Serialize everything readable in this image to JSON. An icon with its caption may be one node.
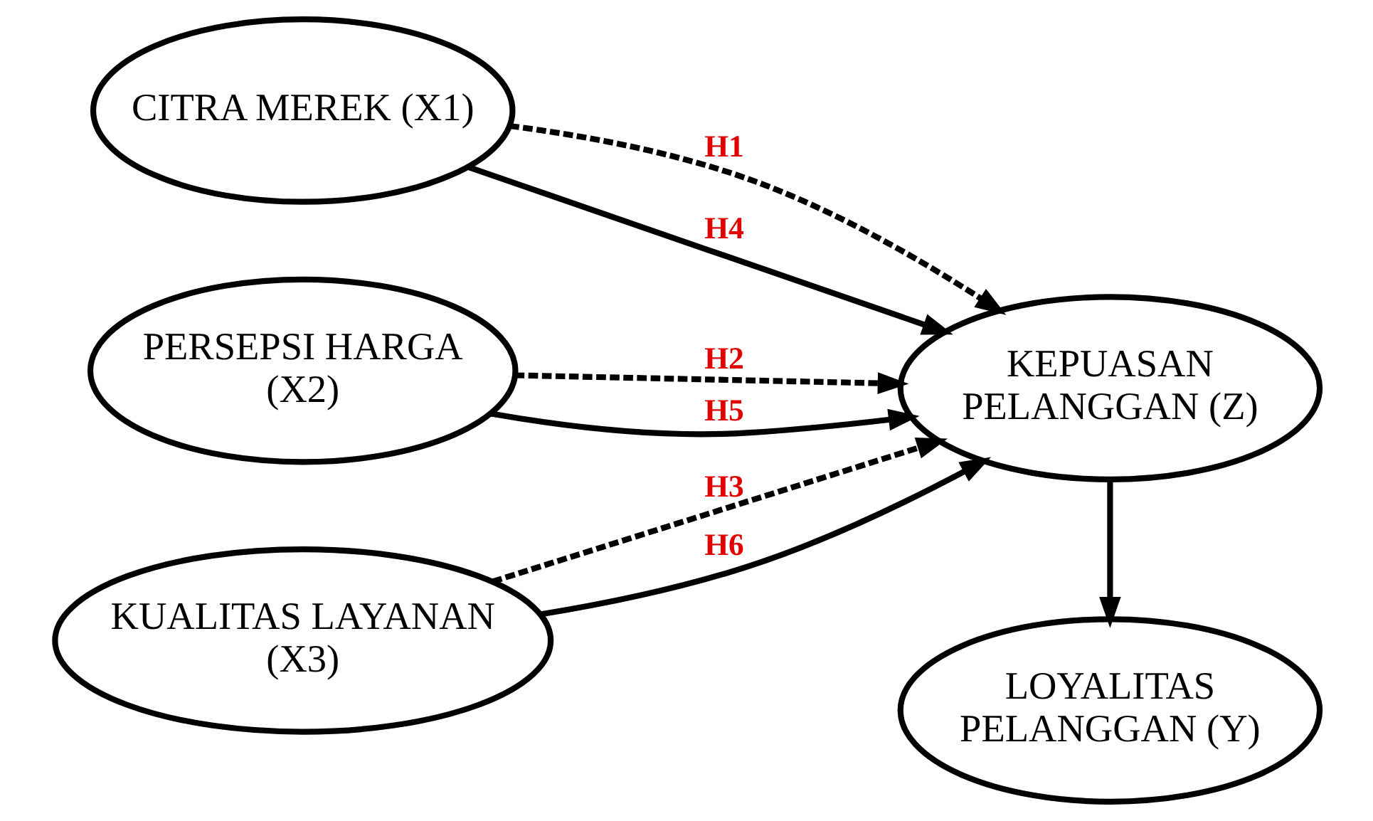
{
  "diagram": {
    "nodes": [
      {
        "text": [
          "CITRA MEREK (X1)"
        ]
      },
      {
        "text": [
          "PERSEPSI HARGA (X2)"
        ]
      },
      {
        "text": [
          "KUALITAS LAYANAN (X3)"
        ]
      },
      {
        "text": [
          "LOYALITAS PELANGGAN (Y)"
        ]
      },
      {
        "text": [
          "KEPUASAN PELANGGAN (Z)"
        ]
      }
    ],
    "edges": [
      {
        "from": 0,
        "to": 4,
        "arrow": "to",
        "style": "dashed",
        "label": "H1"
      },
      {
        "from": 0,
        "to": 4,
        "arrow": "to",
        "label": "H4"
      },
      {
        "from": 1,
        "to": 4,
        "arrow": "to",
        "style": "dashed",
        "label": "H2"
      },
      {
        "from": 1,
        "to": 4,
        "arrow": "to",
        "label": "H5"
      },
      {
        "from": 2,
        "to": 4,
        "arrow": "to",
        "style": "dashed",
        "label": "H3"
      },
      {
        "from": 2,
        "to": 4,
        "arrow": "to",
        "label": "H6"
      },
      {
        "from": 4,
        "to": 3,
        "arrow": "to"
      }
    ]
  }
}
